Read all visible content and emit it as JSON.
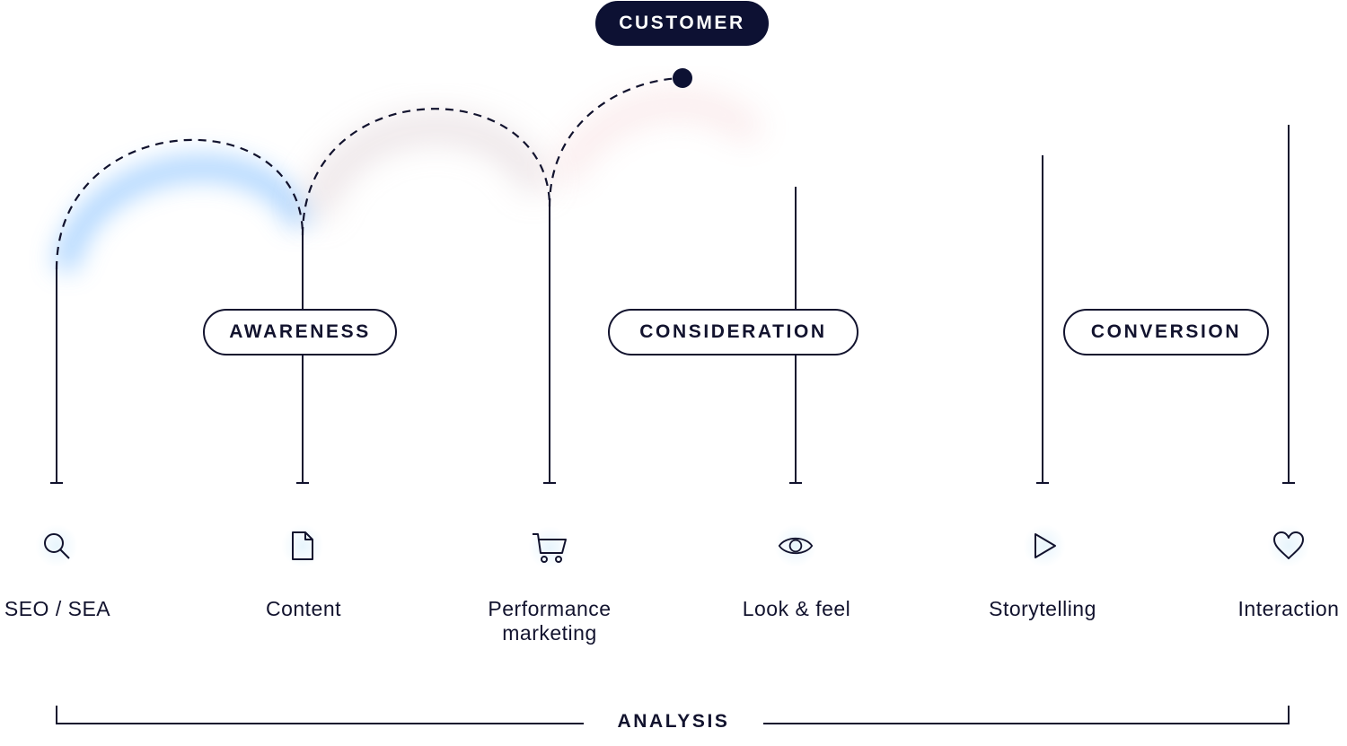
{
  "customer_label": "CUSTOMER",
  "stages": [
    {
      "label": "AWARENESS"
    },
    {
      "label": "CONSIDERATION"
    },
    {
      "label": "CONVERSION"
    }
  ],
  "channels": [
    {
      "label": "SEO / SEA",
      "icon": "search-icon"
    },
    {
      "label": "Content",
      "icon": "document-icon"
    },
    {
      "label": "Performance marketing",
      "icon": "cart-icon"
    },
    {
      "label": "Look & feel",
      "icon": "eye-icon"
    },
    {
      "label": "Storytelling",
      "icon": "play-icon"
    },
    {
      "label": "Interaction",
      "icon": "heart-icon"
    }
  ],
  "analysis_label": "ANALYSIS",
  "colors": {
    "ink": "#12132e",
    "customer_fill": "#0d1133",
    "glow_blue": "#8cc4ff",
    "glow_pink": "#f3c9cc"
  }
}
